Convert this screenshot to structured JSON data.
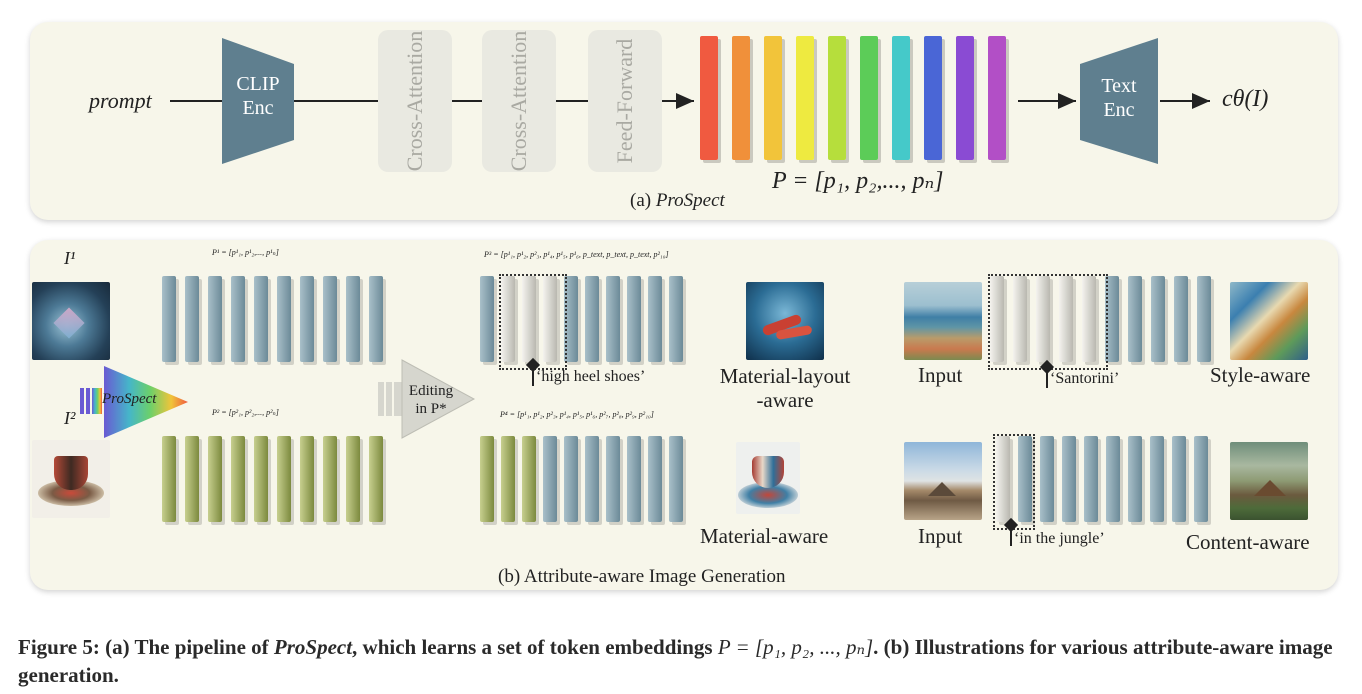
{
  "panel_a": {
    "prompt": "prompt",
    "clip_enc": [
      "CLIP",
      "Enc"
    ],
    "cross_attention_1": "Cross-Attention",
    "cross_attention_2": "Cross-Attention",
    "feed_forward": "Feed-Forward",
    "token_colors": [
      "#f05a40",
      "#f0903a",
      "#f2c43a",
      "#eeea40",
      "#b6de3c",
      "#5ccc58",
      "#45c9c9",
      "#4a66d6",
      "#8a4bd3",
      "#b24fc6"
    ],
    "p_formula": "P = [p₁, p₂,..., pₙ]",
    "text_enc": [
      "Text",
      "Enc"
    ],
    "output": "cθ(I)",
    "caption": "(a) ProSpect"
  },
  "panel_b": {
    "i1": "I¹",
    "i2": "I²",
    "prospect_arrow": "ProSpect",
    "p1_formula": "P¹ = [p¹₁, p¹₂,..., p¹ₙ]",
    "p2_formula": "P² = [p²₁, p²₂,..., p²ₙ]",
    "editing": [
      "Editing",
      "in P*"
    ],
    "p3_formula": "P³ = [p¹₁, p¹₂, p²₃, p¹₄, p¹₅, p¹₆, p_text, p_text, p_text, p²₁₀]",
    "p4_formula": "P⁴ = [p¹₁, p¹₂, p²₃, p¹₄, p¹₅, p¹₆, p²₇, p²₈, p²₉, p²₁₀]",
    "high_heel": "‘high heel shoes’",
    "material_layout": [
      "Material-layout",
      "-aware"
    ],
    "material_aware": "Material-aware",
    "input_top": "Input",
    "santorini": "‘Santorini’",
    "style_aware": "Style-aware",
    "input_bottom": "Input",
    "jungle": "‘in the jungle’",
    "content_aware": "Content-aware",
    "caption": "(b) Attribute-aware Image Generation"
  },
  "figure_caption": {
    "prefix": "Figure 5: (a) The pipeline of ",
    "name": "ProSpect",
    "middle": ", which learns a set of token embeddings ",
    "formula": "P = [p₁, p₂, ..., pₙ]",
    "suffix": ". (b) Illustrations for various attribute-aware image generation."
  }
}
